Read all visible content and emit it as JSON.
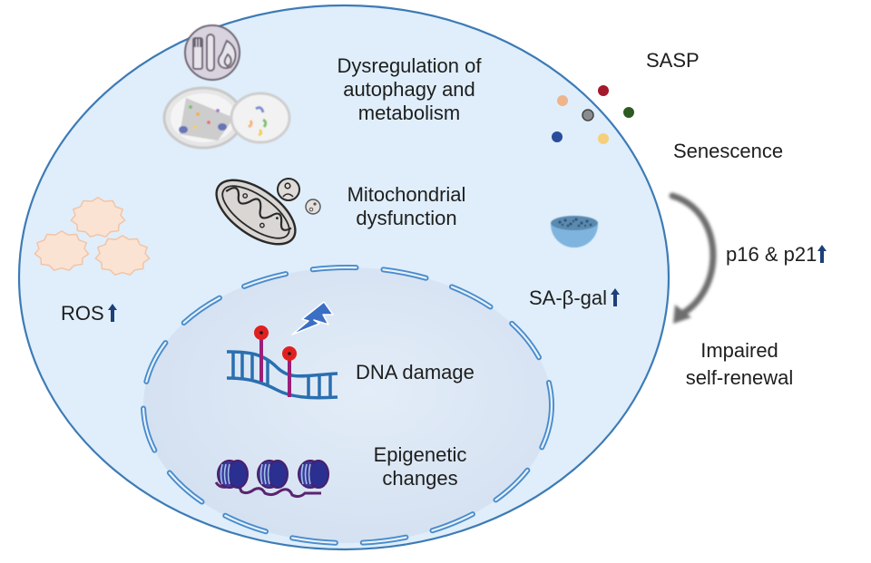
{
  "diagram": {
    "title": "Cellular senescence hallmarks",
    "colors": {
      "cell_fill": "#dfeefa",
      "cell_stroke": "#3d7bb6",
      "nucleus_fill": "#d8e4f2",
      "nucleus_dash": "#4a8ccc",
      "text": "#1e1e1e",
      "up_arrow": "#1d3f7a",
      "ros_fill": "#fbe3d4",
      "ros_stroke": "#f2c4a6",
      "dna_backbone": "#2a6fb0",
      "dna_lesion_stem": "#9a1f7a",
      "dna_lesion_head": "#e02020",
      "lightning": "#3a6fc4",
      "nucleosome": "#2b2f8f",
      "nucleosome_dna": "#5a2470",
      "curved_arrow": "#6d6d6d"
    },
    "labels": {
      "autophagy": [
        "Dysregulation of",
        "autophagy and",
        "metabolism"
      ],
      "mito": [
        "Mitochondrial",
        "dysfunction"
      ],
      "ros": "ROS",
      "dna": "DNA damage",
      "epigenetic": [
        "Epigenetic",
        "changes"
      ],
      "sagal": "SA-β-gal",
      "sasp": "SASP",
      "senescence": "Senescence",
      "p16p21": "p16 & p21",
      "impaired": [
        "Impaired",
        "self-renewal"
      ]
    },
    "indicators": {
      "ros": "increased",
      "sagal": "increased",
      "p16p21": "increased"
    },
    "sasp_factors": [
      {
        "color": "#f0b48a"
      },
      {
        "color": "#a3182a"
      },
      {
        "color": "#8a8d90"
      },
      {
        "color": "#2c5a22"
      },
      {
        "color": "#2a4c9a"
      },
      {
        "color": "#f6cf7a"
      }
    ]
  }
}
